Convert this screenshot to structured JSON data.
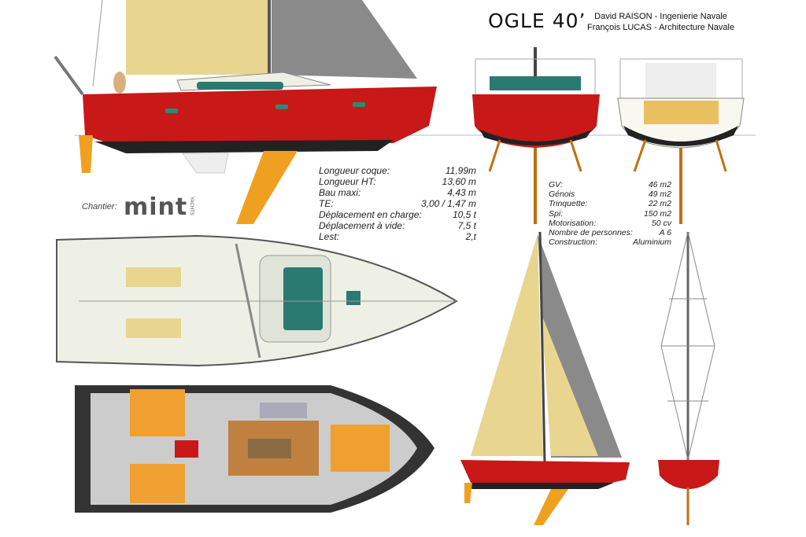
{
  "header": {
    "title": "OGLE 40’",
    "credits": [
      "David RAISON - Ingenierie Navale",
      "François LUCAS - Architecture Navale"
    ]
  },
  "builder": {
    "label": "Chantier:",
    "logo": "mint",
    "logo_sub": "YACHTS"
  },
  "specs_hull": [
    {
      "label": "Longueur coque:",
      "value": "11,99m"
    },
    {
      "label": "Longueur HT:",
      "value": "13,60 m"
    },
    {
      "label": "Bau maxi:",
      "value": "4,43 m"
    },
    {
      "label": "TE:",
      "value": "3,00 / 1,47 m"
    },
    {
      "label": "Déplacement en charge:",
      "value": "10,5 t"
    },
    {
      "label": "Déplacement à vide:",
      "value": "7,5 t"
    },
    {
      "label": "Lest:",
      "value": "2,t"
    }
  ],
  "specs_sail": [
    {
      "label": "GV:",
      "value": "46 m2"
    },
    {
      "label": "Génois",
      "value": "49 m2"
    },
    {
      "label": "Trinquette:",
      "value": "22 m2"
    },
    {
      "label": "Spi:",
      "value": "150 m2"
    },
    {
      "label": "Motorisation:",
      "value": "50 cv"
    },
    {
      "label": "Nombre de personnes:",
      "value": "A 6"
    },
    {
      "label": "Construction:",
      "value": "Aluminium"
    }
  ],
  "colors": {
    "hull": "#c81818",
    "sail": "#e8d590",
    "keel": "#f0a020",
    "deck": "#eef0e6",
    "interior": "#f0a030"
  }
}
